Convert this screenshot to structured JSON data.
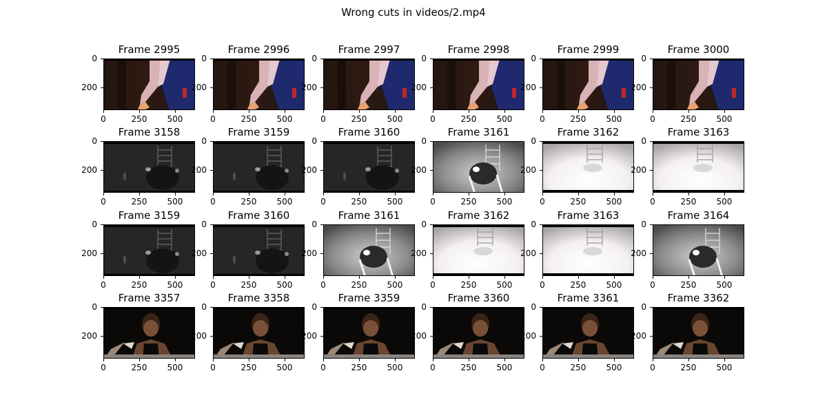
{
  "title": "Wrong cuts in videos/2.mp4",
  "chart_data": {
    "type": "image-grid",
    "title": "Wrong cuts in videos/2.mp4",
    "rows": 4,
    "cols": 6,
    "image_width": 640,
    "image_height": 360,
    "xticks": [
      0,
      250,
      500
    ],
    "yticks": [
      0,
      200
    ],
    "xlim": [
      0,
      640
    ],
    "ylim": [
      360,
      0
    ],
    "panels": [
      {
        "title": "Frame 2995",
        "scene": "arm"
      },
      {
        "title": "Frame 2996",
        "scene": "arm"
      },
      {
        "title": "Frame 2997",
        "scene": "arm"
      },
      {
        "title": "Frame 2998",
        "scene": "arm"
      },
      {
        "title": "Frame 2999",
        "scene": "arm"
      },
      {
        "title": "Frame 3000",
        "scene": "arm"
      },
      {
        "title": "Frame 3158",
        "scene": "dark"
      },
      {
        "title": "Frame 3159",
        "scene": "dark"
      },
      {
        "title": "Frame 3160",
        "scene": "dark"
      },
      {
        "title": "Frame 3161",
        "scene": "glow"
      },
      {
        "title": "Frame 3162",
        "scene": "bright"
      },
      {
        "title": "Frame 3163",
        "scene": "bright"
      },
      {
        "title": "Frame 3159",
        "scene": "dark"
      },
      {
        "title": "Frame 3160",
        "scene": "dark"
      },
      {
        "title": "Frame 3161",
        "scene": "glow"
      },
      {
        "title": "Frame 3162",
        "scene": "bright"
      },
      {
        "title": "Frame 3163",
        "scene": "bright"
      },
      {
        "title": "Frame 3164",
        "scene": "glow"
      },
      {
        "title": "Frame 3357",
        "scene": "face"
      },
      {
        "title": "Frame 3358",
        "scene": "face"
      },
      {
        "title": "Frame 3359",
        "scene": "face"
      },
      {
        "title": "Frame 3360",
        "scene": "face"
      },
      {
        "title": "Frame 3361",
        "scene": "face"
      },
      {
        "title": "Frame 3362",
        "scene": "face"
      }
    ]
  }
}
